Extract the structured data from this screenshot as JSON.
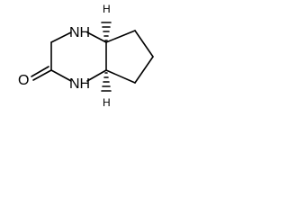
{
  "molecule": {
    "atoms": {
      "n_top": "NH",
      "n_bottom": "NH",
      "oxygen": "O",
      "h_top": "H",
      "h_bottom": "H"
    },
    "colors": {
      "bond": "#000000",
      "text": "#000000",
      "background": "#ffffff"
    }
  }
}
